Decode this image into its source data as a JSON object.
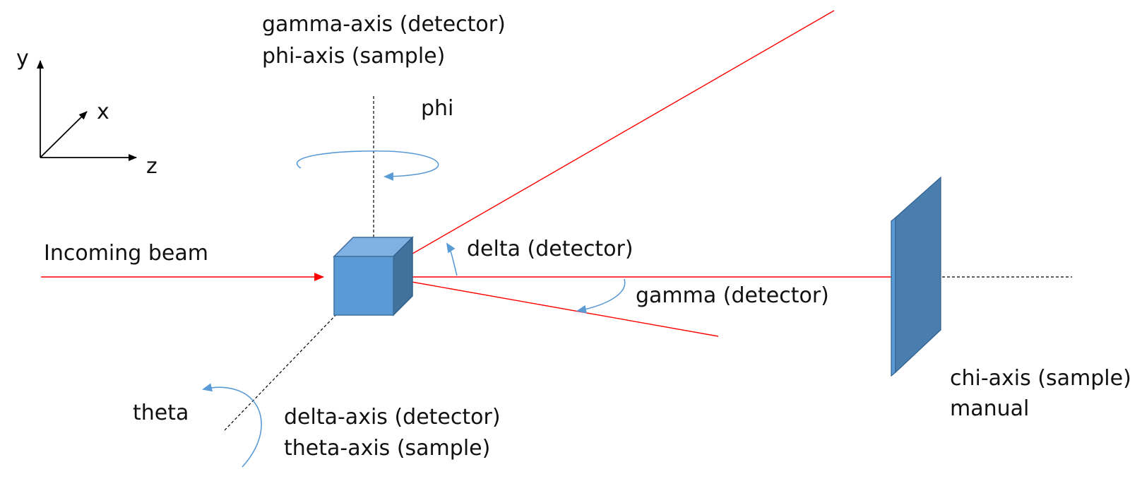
{
  "axes": {
    "y": "y",
    "x": "x",
    "z": "z"
  },
  "labels": {
    "gamma_axis": "gamma-axis (detector)",
    "phi_axis": "phi-axis (sample)",
    "phi": "phi",
    "incoming_beam": "Incoming beam",
    "delta_detector": "delta (detector)",
    "gamma_detector": "gamma (detector)",
    "theta": "theta",
    "delta_axis": "delta-axis (detector)",
    "theta_axis": "theta-axis (sample)",
    "chi_axis": "chi-axis (sample)",
    "manual": "manual"
  },
  "colors": {
    "beam": "#ff0000",
    "cube_front": "#5b9bd5",
    "cube_top": "#7fb2e2",
    "cube_side": "#41719c",
    "detector_plate": "#4a7eae",
    "arc": "#5b9bd5",
    "axis": "#000000"
  }
}
